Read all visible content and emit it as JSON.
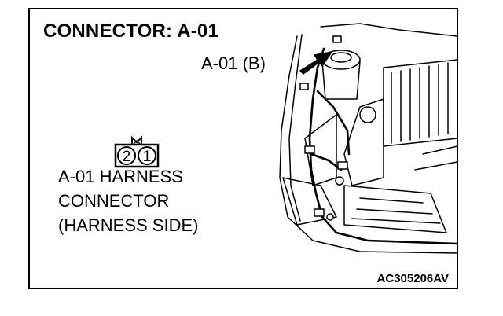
{
  "diagram": {
    "title": "CONNECTOR: A-01",
    "callout_label": "A-01 (B)",
    "connector_symbol": {
      "pins": [
        "2",
        "1"
      ]
    },
    "harness_label": {
      "line1": "A-01 HARNESS",
      "line2": "CONNECTOR",
      "line3": "(HARNESS SIDE)"
    },
    "figure_code": "AC305206AV"
  }
}
